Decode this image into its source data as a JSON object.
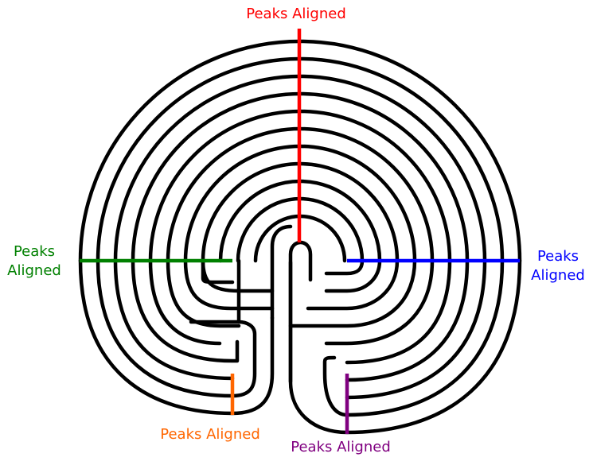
{
  "labels": {
    "top": "Peaks Aligned",
    "left_line1": "Peaks",
    "left_line2": "Aligned",
    "right_line1": "Peaks",
    "right_line2": "Aligned",
    "bottom_left": "Peaks Aligned",
    "bottom_right": "Peaks Aligned"
  },
  "colors": {
    "maze": "#000000",
    "top": "#ff0000",
    "left": "#008000",
    "right": "#0000ff",
    "bottom_left": "#ff6600",
    "bottom_right": "#800080"
  },
  "maze": {
    "ring_count": 7,
    "style": "classical seven-circuit labyrinth"
  }
}
